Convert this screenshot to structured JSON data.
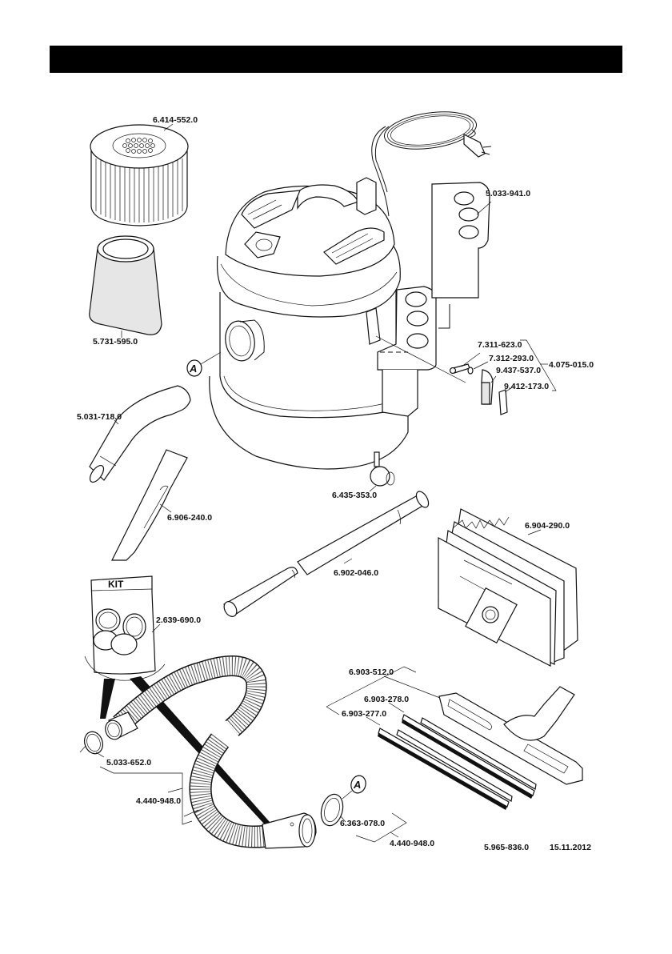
{
  "header": {
    "title": ""
  },
  "parts": {
    "cartridge_filter": "6.414-552.0",
    "paper_filter_cone": "5.731-595.0",
    "accessory_holder": "5.033-941.0",
    "screw": "7.311-623.0",
    "washer": "7.312-293.0",
    "kit_group": "4.075-015.0",
    "clip": "9.437-537.0",
    "latch": "9.412-173.0",
    "elbow": "5.031-718.0",
    "crevice_nozzle": "6.906-240.0",
    "castor": "6.435-353.0",
    "suction_tube": "6.902-046.0",
    "filter_bags": "6.904-290.0",
    "adapter_kit": "2.639-690.0",
    "floor_nozzle": "6.903-512.0",
    "strip_brush": "6.903-278.0",
    "strip_rubber": "6.903-277.0",
    "hose_clamp": "5.033-652.0",
    "hose_left": "4.440-948.0",
    "seal_ring": "6.363-078.0",
    "hose_right": "4.440-948.0"
  },
  "kit_label": "KIT",
  "ref_marker": "A",
  "footer": {
    "doc_number": "5.965-836.0",
    "date": "15.11.2012"
  }
}
